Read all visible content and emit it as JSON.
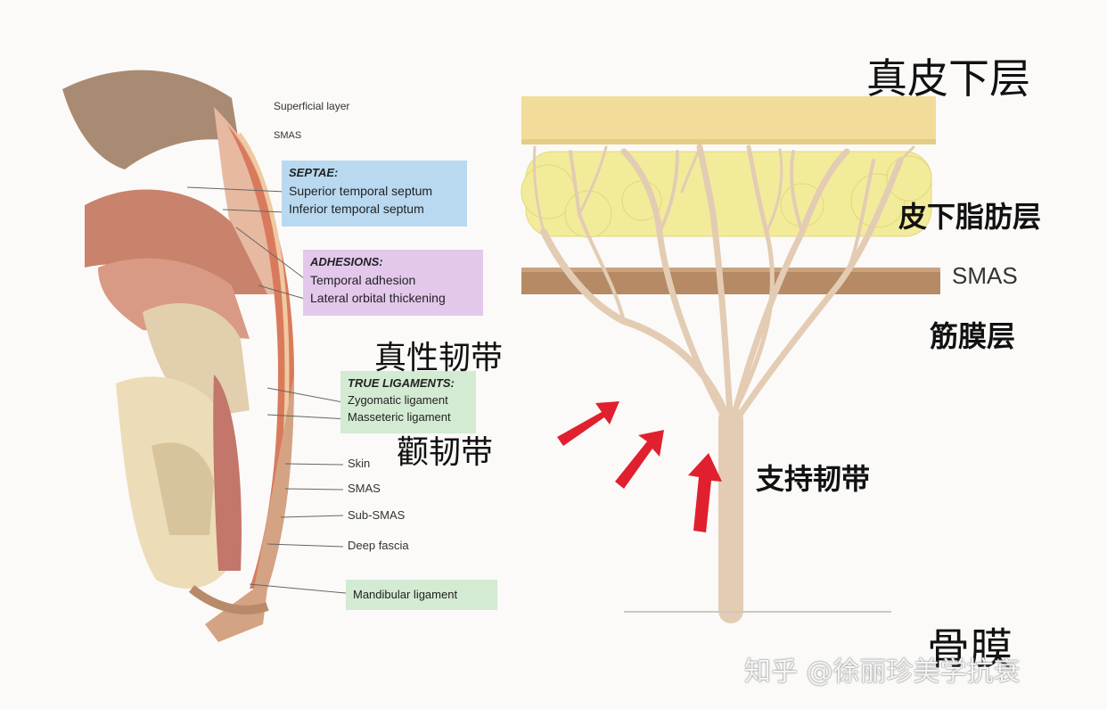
{
  "left_panel": {
    "top_label_1": "Superficial layer",
    "top_label_2": "SMAS",
    "septae": {
      "heading": "SEPTAE:",
      "items": [
        "Superior temporal septum",
        "Inferior temporal septum"
      ]
    },
    "adhesions": {
      "heading": "ADHESIONS:",
      "items": [
        "Temporal adhesion",
        "Lateral orbital thickening"
      ]
    },
    "true_ligaments": {
      "heading": "TRUE LIGAMENTS:",
      "items": [
        "Zygomatic ligament",
        "Masseteric ligament"
      ]
    },
    "layers": [
      "Skin",
      "SMAS",
      "Sub-SMAS",
      "Deep fascia"
    ],
    "mandibular": "Mandibular ligament",
    "cn_true_ligament": "真性韧带",
    "cn_zygomatic": "颧韧带"
  },
  "right_panel": {
    "dermis": "真皮下层",
    "fat_layer": "皮下脂肪层",
    "smas": "SMAS",
    "fascia": "筋膜层",
    "support_ligament": "支持韧带",
    "periosteum": "骨膜"
  },
  "watermark": "知乎 @徐丽珍美学抗衰",
  "colors": {
    "septae_box": "#b9d9f0",
    "adhesion_box": "#e3c8ec",
    "ligament_box": "#d3ead3",
    "dermis": "#f1dc9a",
    "fat": "#f2ec9a",
    "smas_band": "#b58a64",
    "tree": "#e3ccb3",
    "arrow": "#e0202e"
  }
}
